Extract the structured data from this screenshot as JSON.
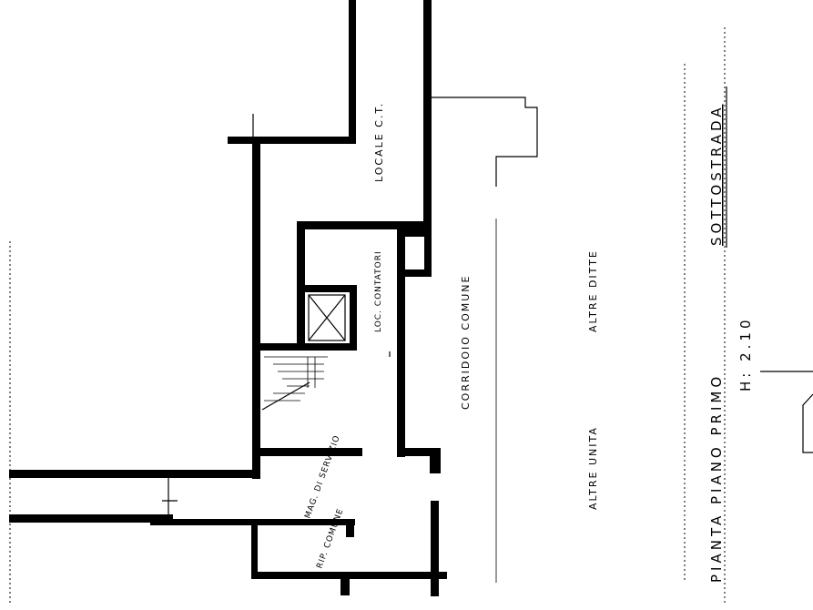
{
  "labels": {
    "locale_ct": "LOCALE C.T.",
    "loc_contatori": "LOC. CONTATORI",
    "corridoio": "CORRIDOIO COMUNE",
    "altre_unita": "ALTRE UNITA",
    "altre_ditte": "ALTRE DITTE",
    "mag_servizio": "MAG. DI SERVIZIO",
    "rip_comune": "RIP. COMUNE"
  },
  "title": {
    "main": "PIANTA PIANO PRIMO",
    "underlined": "SOTTOSTRADA",
    "height": "H: 2.10"
  }
}
